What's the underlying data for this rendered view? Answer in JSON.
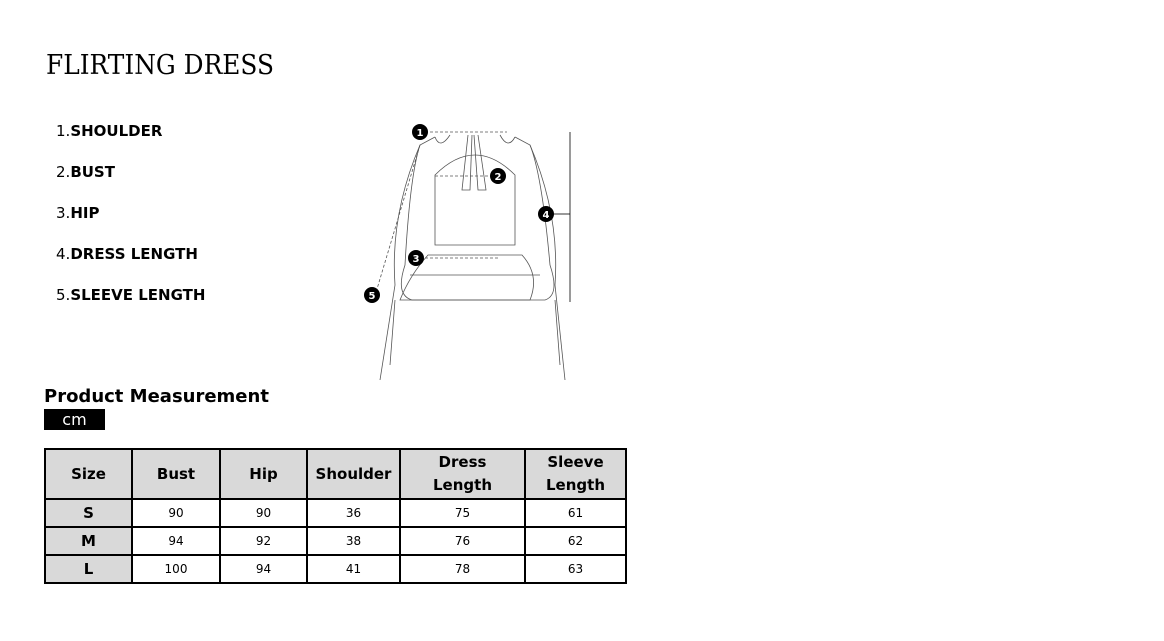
{
  "title": "FLIRTING DRESS",
  "measurement_points": [
    {
      "num": "1.",
      "label": "SHOULDER"
    },
    {
      "num": "2.",
      "label": "BUST"
    },
    {
      "num": "3.",
      "label": "HIP"
    },
    {
      "num": "4.",
      "label": "DRESS LENGTH"
    },
    {
      "num": "5.",
      "label": "SLEEVE LENGTH"
    }
  ],
  "diagram_markers": [
    "1",
    "2",
    "3",
    "4",
    "5"
  ],
  "section_title": "Product Measurement",
  "unit": "cm",
  "table": {
    "headers": [
      "Size",
      "Bust",
      "Hip",
      "Shoulder",
      "Dress Length",
      "Sleeve Length"
    ],
    "rows": [
      [
        "S",
        "90",
        "90",
        "36",
        "75",
        "61"
      ],
      [
        "M",
        "94",
        "92",
        "38",
        "76",
        "62"
      ],
      [
        "L",
        "100",
        "94",
        "41",
        "78",
        "63"
      ]
    ]
  }
}
